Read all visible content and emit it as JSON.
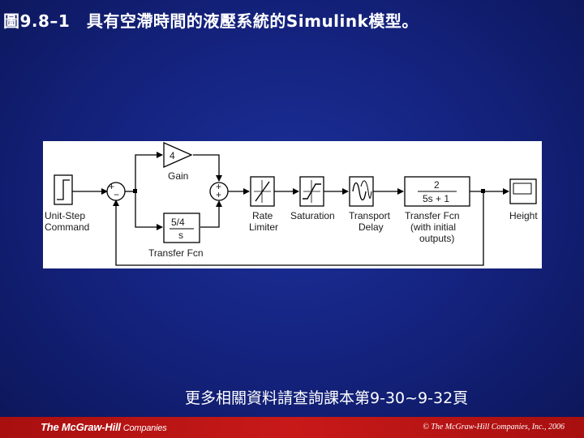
{
  "slide": {
    "title": "圖9.8–1　具有空滯時間的液壓系統的Simulink模型。",
    "note": "更多相關資料請查詢課本第9-30~9-32頁"
  },
  "diagram": {
    "blocks": {
      "step_label_1": "Unit-Step",
      "step_label_2": "Command",
      "gain_value": "4",
      "gain_label": "Gain",
      "tf1_num": "5/4",
      "tf1_den": "s",
      "tf1_label": "Transfer Fcn",
      "rate_label_1": "Rate",
      "rate_label_2": "Limiter",
      "sat_label": "Saturation",
      "delay_label_1": "Transport",
      "delay_label_2": "Delay",
      "tf2_num": "2",
      "tf2_den": "5s + 1",
      "tf2_label_1": "Transfer Fcn",
      "tf2_label_2": "(with initial",
      "tf2_label_3": "outputs)",
      "scope_label": "Height",
      "sum1_plus": "+",
      "sum1_minus": "−",
      "sum2_plus_top": "+",
      "sum2_plus_bottom": "+"
    }
  },
  "footer": {
    "brand_main": "The McGraw-Hill",
    "brand_suffix": " Companies",
    "copyright": "© The McGraw-Hill Companies, Inc., 2006"
  },
  "colors": {
    "background": "#13217a",
    "footer": "#c01616",
    "text": "#ffffff"
  }
}
